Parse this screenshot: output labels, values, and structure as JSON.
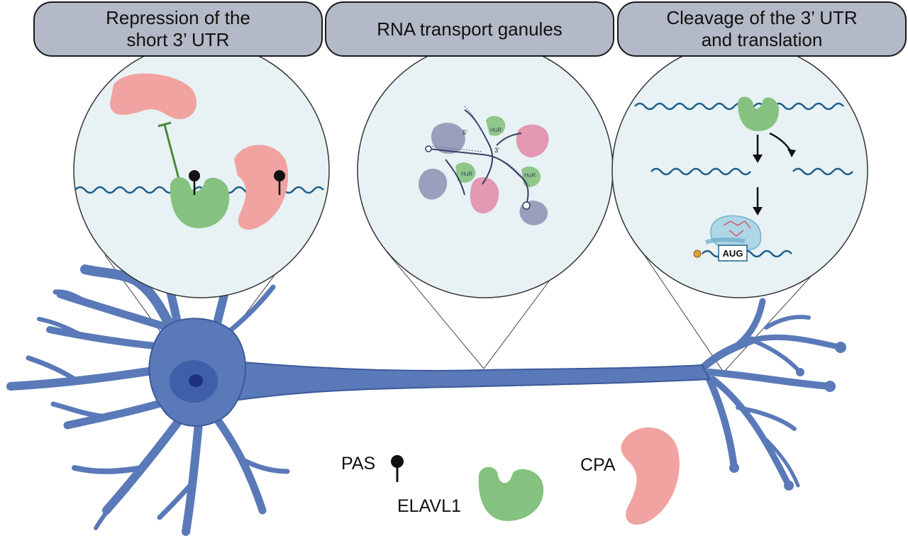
{
  "headers": [
    {
      "text": "Repression of the\nshort 3’ UTR"
    },
    {
      "text": "RNA transport ganules"
    },
    {
      "text": "Cleavage of the 3’ UTR\nand translation"
    }
  ],
  "granule_text": {
    "hur": "HuR",
    "five": "5’",
    "three": "3’"
  },
  "aug": "AUG",
  "legend": {
    "pas": "PAS",
    "elavl1": "ELAVL1",
    "cpa": "CPA"
  },
  "colors": {
    "neuron": "#5a79b8",
    "neuron_outline": "#3d5a9a",
    "nucleus": "#3f5fa8",
    "nucleolus": "#1f3280",
    "elavl1": "#85c27f",
    "cpa": "#f0a3a0",
    "rna": "#1f5f8b",
    "zoom_bg": "#e8f2f4",
    "header_bg": "#b3b9c6",
    "purple": "#8e8fb3",
    "pink": "#e08aa4"
  }
}
